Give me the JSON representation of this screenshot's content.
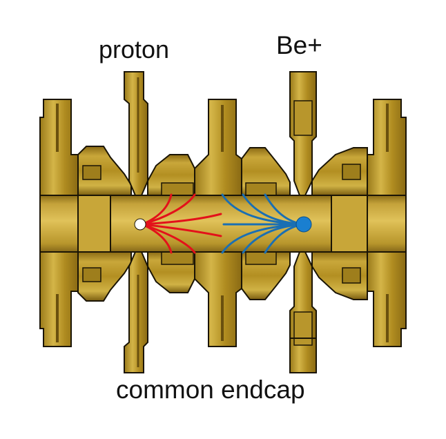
{
  "labels": {
    "proton": "proton",
    "be_ion": "Be+",
    "common_endcap": "common endcap"
  },
  "colors": {
    "background": "#ffffff",
    "gold_base": "#b38f22",
    "gold_light": "#d4b548",
    "gold_dark": "#7a5d10",
    "outline": "#1a1405",
    "proton_field": "#e3111a",
    "be_field": "#1a6fb3",
    "proton_dot": "#ffffff",
    "be_dot": "#1a7fd0"
  }
}
